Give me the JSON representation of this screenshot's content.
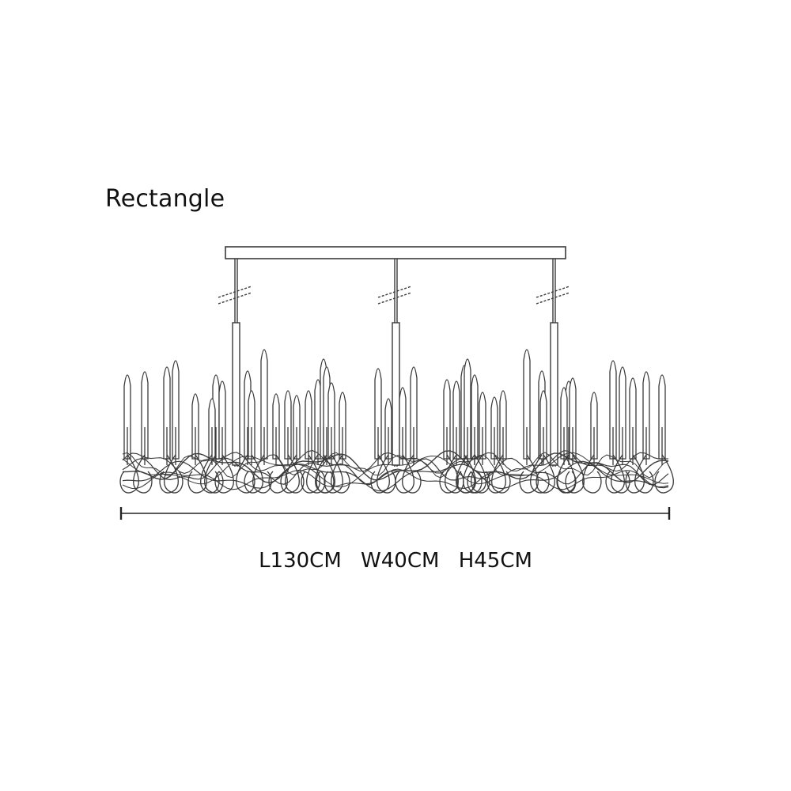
{
  "title": "Rectangle",
  "dimensions": {
    "length": "L130CM",
    "width": "W40CM",
    "height": "H45CM"
  },
  "colors": {
    "line": "#3a3a3a",
    "text": "#111111",
    "background": "#ffffff"
  },
  "icons": {
    "chandelier": "rectangular-linear-chandelier-line-drawing",
    "length_dimension": "horizontal-dimension-line"
  }
}
